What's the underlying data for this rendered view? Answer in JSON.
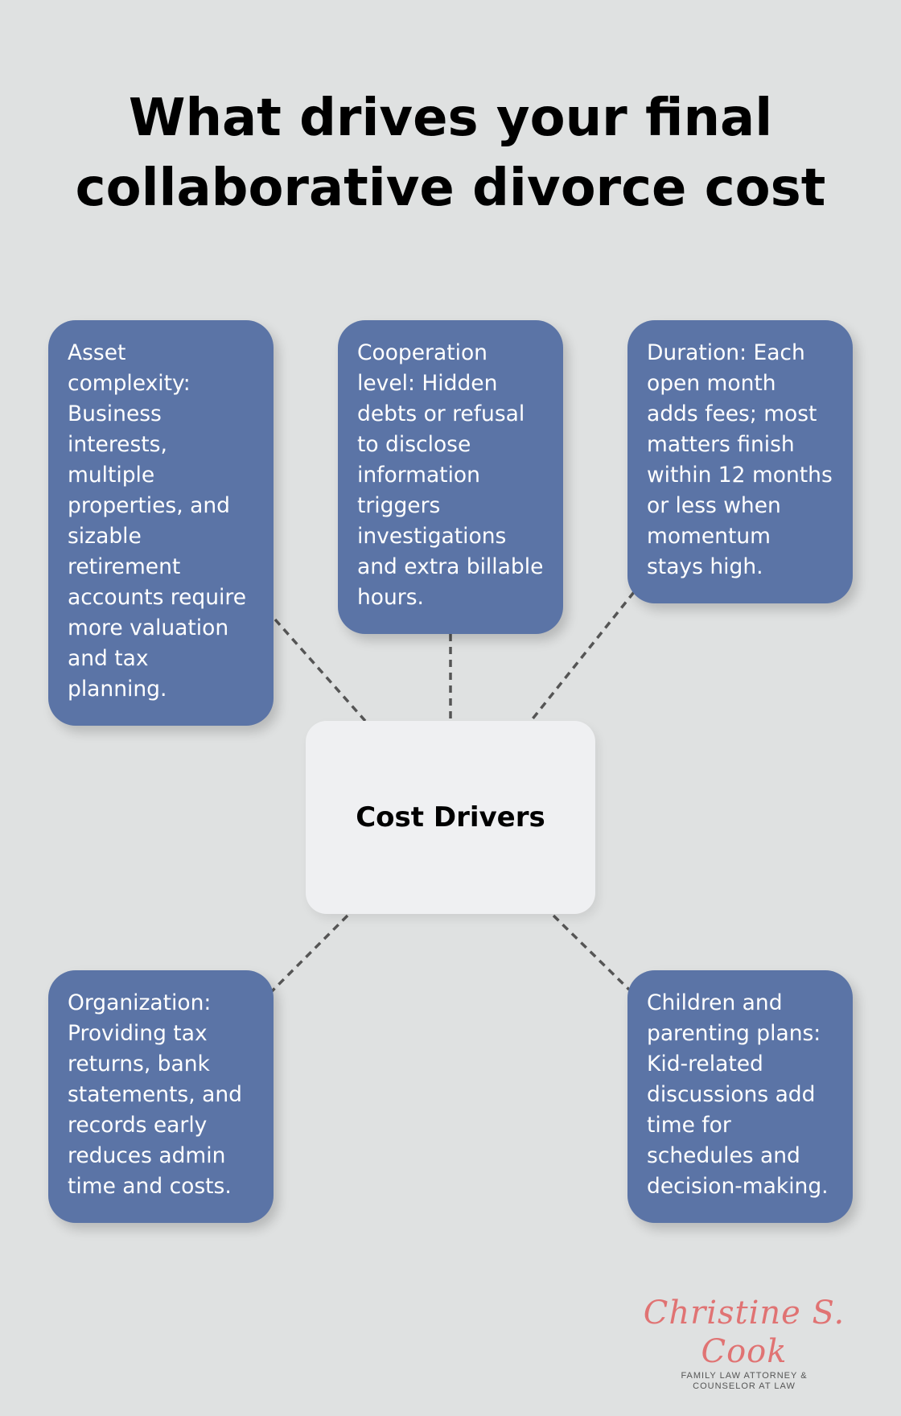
{
  "title": {
    "line1": "What drives your final",
    "line2": "collaborative divorce cost"
  },
  "center_label": "Cost Drivers",
  "nodes": [
    {
      "text": "Asset complexity: Business interests, multiple properties, and sizable retirement accounts require more valuation and tax planning."
    },
    {
      "text": "Cooperation level: Hidden debts or refusal to disclose information triggers investigations and extra billable hours."
    },
    {
      "text": "Duration: Each open month adds fees; most matters finish within 12 months or less when momentum stays high."
    },
    {
      "text": "Organization: Providing tax returns, bank statements, and records early reduces admin time and costs."
    },
    {
      "text": "Children and parenting plans: Kid-related discussions add time for schedules and decision-making."
    }
  ],
  "brand": {
    "name": "Christine S. Cook",
    "subtitle_line1": "FAMILY LAW ATTORNEY &",
    "subtitle_line2": "COUNSELOR AT LAW"
  },
  "colors": {
    "background": "#dfe1e1",
    "node_fill": "#5b74a6",
    "center_fill": "#eff0f2",
    "connector": "#555555",
    "brand": "#e07373"
  }
}
